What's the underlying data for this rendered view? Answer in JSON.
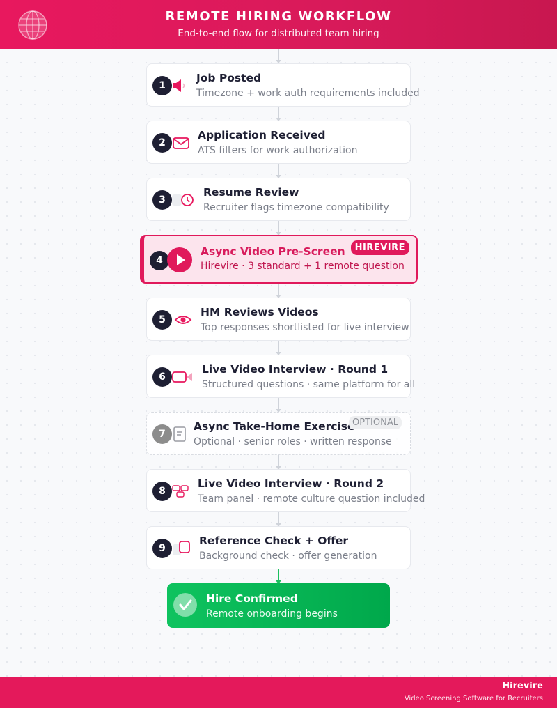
{
  "header": {
    "title": "REMOTE HIRING WORKFLOW",
    "subtitle": "End-to-end flow for distributed team hiring",
    "icon": "globe-icon"
  },
  "colors": {
    "brand": "#e4195b",
    "dark": "#1e1f33",
    "highlight_bg": "#fce4ed",
    "success": "#00b050",
    "muted": "#7b7f8a"
  },
  "steps": [
    {
      "num": "1",
      "title": "Job Posted",
      "desc": "Timezone + work auth requirements included",
      "icon": "megaphone-icon"
    },
    {
      "num": "2",
      "title": "Application Received",
      "desc": "ATS filters for work authorization",
      "icon": "envelope-icon"
    },
    {
      "num": "3",
      "title": "Resume Review",
      "desc": "Recruiter flags timezone compatibility",
      "icon": "clock-icon"
    },
    {
      "num": "4",
      "title": "Async Video Pre-Screen",
      "desc": "Hirevire · 3 standard + 1 remote question",
      "icon": "play-icon",
      "badge": "HIREVIRE",
      "highlight": true
    },
    {
      "num": "5",
      "title": "HM Reviews Videos",
      "desc": "Top responses shortlisted for live interview",
      "icon": "eye-icon"
    },
    {
      "num": "6",
      "title": "Live Video Interview · Round 1",
      "desc": "Structured questions · same platform for all",
      "icon": "video-camera-icon"
    },
    {
      "num": "7",
      "title": "Async Take-Home Exercise",
      "desc": "Optional · senior roles · written response",
      "icon": "document-icon",
      "badge": "OPTIONAL",
      "optional": true
    },
    {
      "num": "8",
      "title": "Live Video Interview · Round 2",
      "desc": "Team panel · remote culture question included",
      "icon": "team-panel-icon"
    },
    {
      "num": "9",
      "title": "Reference Check + Offer",
      "desc": "Background check · offer generation",
      "icon": "contract-icon"
    }
  ],
  "final": {
    "title": "Hire Confirmed",
    "desc": "Remote onboarding begins",
    "icon": "checkmark-icon"
  },
  "footer": {
    "brand": "Hirevire",
    "tagline": "Video Screening Software for Recruiters"
  }
}
